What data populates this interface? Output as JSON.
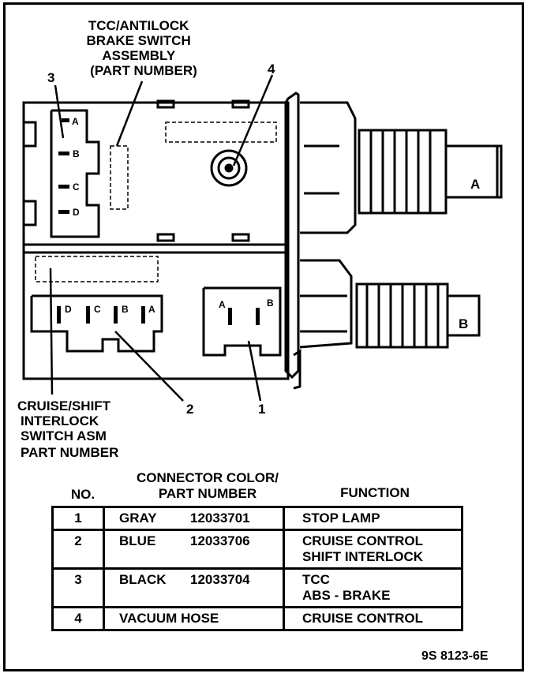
{
  "labels": {
    "tcc_title": "TCC/ANTILOCK\nBRAKE SWITCH\nASSEMBLY\n(PART NUMBER)",
    "cruise_title": "CRUISE/SHIFT\nINTERLOCK\nSWITCH ASM\nPART NUMBER",
    "callout_1": "1",
    "callout_2": "2",
    "callout_3": "3",
    "callout_4": "4",
    "plunger_a": "A",
    "plunger_b": "B",
    "upper_pins": [
      "A",
      "B",
      "C",
      "D"
    ],
    "lower_left_pins": [
      "D",
      "C",
      "B",
      "A"
    ],
    "lower_right_pins": [
      "A",
      "B"
    ]
  },
  "table": {
    "headers": {
      "no": "NO.",
      "connector": "CONNECTOR COLOR/\nPART NUMBER",
      "function": "FUNCTION"
    },
    "rows": [
      {
        "no": "1",
        "color": "GRAY",
        "part": "12033701",
        "function": "STOP LAMP"
      },
      {
        "no": "2",
        "color": "BLUE",
        "part": "12033706",
        "function": "CRUISE CONTROL\nSHIFT INTERLOCK"
      },
      {
        "no": "3",
        "color": "BLACK",
        "part": "12033704",
        "function": "TCC\nABS - BRAKE"
      },
      {
        "no": "4",
        "color": "VACUUM HOSE",
        "part": "",
        "function": "CRUISE CONTROL"
      }
    ]
  },
  "figure_id": "9S 8123-6E"
}
